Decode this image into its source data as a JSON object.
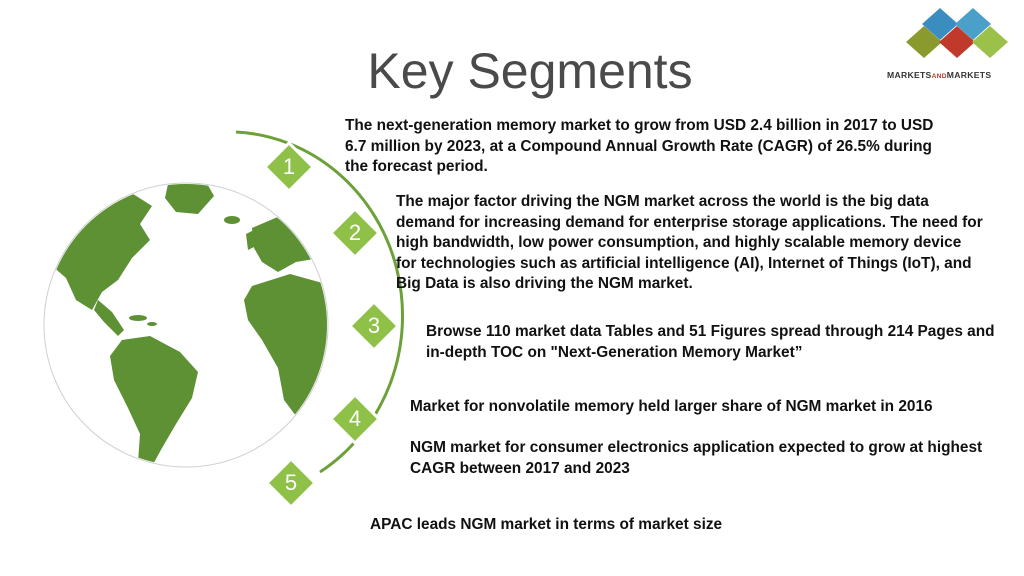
{
  "title": "Key Segments",
  "logo": {
    "part1": "MARKETS",
    "part2": "AND",
    "part3": "MARKETS",
    "colors": [
      "#3c8dbf",
      "#c0392b",
      "#9cc14a",
      "#6b8e23"
    ]
  },
  "badges": [
    "1",
    "2",
    "3",
    "4",
    "5"
  ],
  "accent_color": "#6ea03a",
  "globe_land_color": "#5d9133",
  "segments": [
    {
      "text": "The next-generation memory market to grow from USD 2.4 billion in 2017 to USD 6.7 million by 2023, at a Compound Annual Growth Rate (CAGR) of 26.5% during the forecast period."
    },
    {
      "text": "The major factor driving the NGM market across the world is the big data demand for increasing demand for enterprise storage applications. The need for high bandwidth, low power consumption, and highly scalable memory device for technologies such as artificial intelligence (AI), Internet of Things (IoT), and Big Data is also driving the NGM market."
    },
    {
      "text": "Browse 110 market data Tables and 51 Figures spread through 214 Pages and in-depth TOC on \"Next-Generation Memory Market”"
    },
    {
      "text": "Market for nonvolatile memory held larger share of NGM market in 2016"
    },
    {
      "text": "NGM market for consumer electronics application expected to grow at highest CAGR between 2017 and 2023"
    },
    {
      "text": "APAC leads NGM market in terms of market size"
    }
  ]
}
